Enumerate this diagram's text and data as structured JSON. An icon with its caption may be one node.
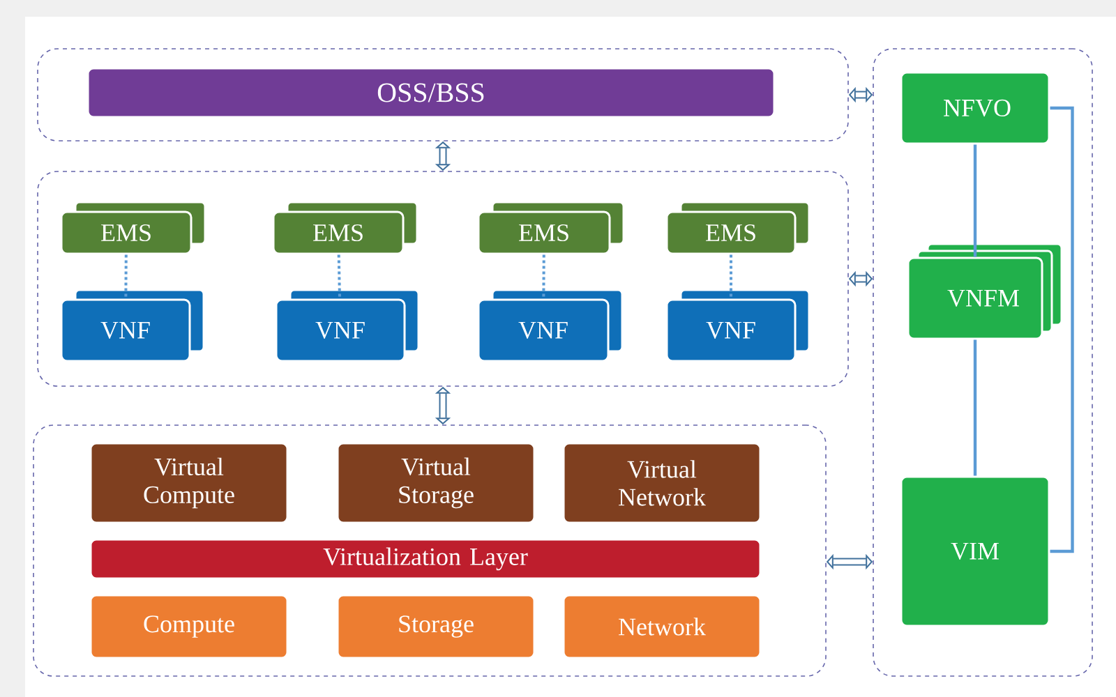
{
  "diagram": {
    "nodes": [
      {
        "text": [],
        "shape": "box"
      },
      {
        "text": [
          "OSS/BSS"
        ],
        "in": 0
      },
      {
        "text": [],
        "shape": "box"
      },
      {
        "text": [
          "EMS"
        ],
        "in": 2
      },
      {
        "text": [
          "VNF"
        ],
        "in": 2
      },
      {
        "text": [
          "EMS"
        ],
        "in": 2
      },
      {
        "text": [
          "VNF"
        ],
        "in": 2
      },
      {
        "text": [
          "EMS"
        ],
        "in": 2
      },
      {
        "text": [
          "VNF"
        ],
        "in": 2
      },
      {
        "text": [
          "EMS"
        ],
        "in": 2
      },
      {
        "text": [
          "VNF"
        ],
        "in": 2
      },
      {
        "text": [],
        "shape": "box"
      },
      {
        "text": [
          "Virtual Compute"
        ],
        "in": 11
      },
      {
        "text": [
          "Virtual Storage"
        ],
        "in": 11
      },
      {
        "text": [
          "Virtual Network"
        ],
        "in": 11
      },
      {
        "text": [
          "Virtualization Layer"
        ],
        "in": 11
      },
      {
        "text": [
          "Compute"
        ],
        "in": 11
      },
      {
        "text": [
          "Storage"
        ],
        "in": 11
      },
      {
        "text": [
          "Network"
        ],
        "in": 11
      },
      {
        "text": [],
        "shape": "box"
      },
      {
        "text": [
          "NFVO"
        ],
        "in": 19
      },
      {
        "text": [
          "VNFM"
        ],
        "in": 19
      },
      {
        "text": [
          "VIM"
        ],
        "in": 19
      }
    ],
    "edges": [
      {
        "from": 0,
        "to": 2,
        "arrow": "both",
        "style": "thick",
        "color": "#41719c"
      },
      {
        "from": 2,
        "to": 11,
        "arrow": "both",
        "style": "thick",
        "color": "#41719c"
      },
      {
        "from": 0,
        "to": 19,
        "arrow": "both",
        "style": "thick",
        "color": "#41719c"
      },
      {
        "from": 2,
        "to": 19,
        "arrow": "both",
        "style": "thick",
        "color": "#41719c"
      },
      {
        "from": 11,
        "to": 19,
        "arrow": "both",
        "style": "thick",
        "color": "#41719c"
      },
      {
        "from": 3,
        "to": 4,
        "arrow": "none",
        "style": "dashed",
        "color": "#5b9bd5"
      },
      {
        "from": 5,
        "to": 6,
        "arrow": "none",
        "style": "dashed",
        "color": "#5b9bd5"
      },
      {
        "from": 7,
        "to": 8,
        "arrow": "none",
        "style": "dashed",
        "color": "#5b9bd5"
      },
      {
        "from": 9,
        "to": 10,
        "arrow": "none",
        "style": "dashed",
        "color": "#5b9bd5"
      },
      {
        "from": 20,
        "to": 21,
        "arrow": "none",
        "color": "#5b9bd5"
      },
      {
        "from": 21,
        "to": 22,
        "arrow": "none",
        "color": "#5b9bd5"
      },
      {
        "from": 20,
        "to": 22,
        "arrow": "none",
        "color": "#5b9bd5"
      }
    ]
  }
}
